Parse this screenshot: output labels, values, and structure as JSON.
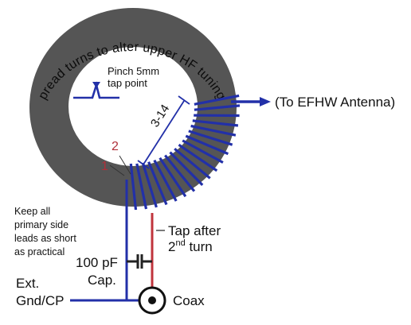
{
  "ring_label": "spread turns to alter upper HF tuning",
  "pinch_label": {
    "line1": "Pinch 5mm",
    "line2": "tap point"
  },
  "antenna_label": "(To EFHW Antenna)",
  "turns_label": "3-14",
  "turn_numbers": {
    "one": "1",
    "two": "2"
  },
  "keep_label": {
    "line1": "Keep all",
    "line2": "primary side",
    "line3": "leads as short",
    "line4": "as practical"
  },
  "tap_label": {
    "line1": "Tap after",
    "line2_num": "2",
    "line2_sup": "nd",
    "line2_rest": " turn"
  },
  "cap_label": {
    "line1": "100 pF",
    "line2": "Cap."
  },
  "ground_label": {
    "line1": "Ext.",
    "line2": "Gnd/CP"
  },
  "coax_label": "Coax",
  "colors": {
    "core": "#555555",
    "wire": "#2230a8",
    "primary": "#c0343c",
    "text": "#111111",
    "turn_number": "#b0303a"
  }
}
